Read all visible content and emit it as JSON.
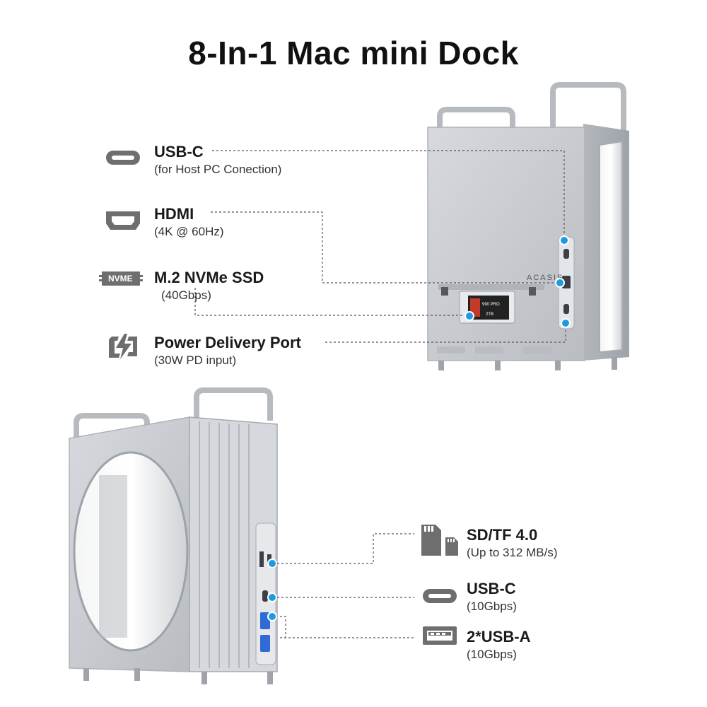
{
  "title": "8-In-1 Mac mini Dock",
  "top_features": [
    {
      "icon": "usb-c-port-icon",
      "name": "USB-C",
      "sub": "(for Host PC Conection)"
    },
    {
      "icon": "hdmi-port-icon",
      "name": "HDMI",
      "sub": "(4K @ 60Hz)"
    },
    {
      "icon": "nvme-ssd-icon",
      "icon_text": "NVME",
      "name": "M.2 NVMe SSD",
      "sub": "(40Gbps)"
    },
    {
      "icon": "power-delivery-icon",
      "name": "Power Delivery Port",
      "sub": "(30W PD input)"
    }
  ],
  "bottom_features": [
    {
      "icon": "sd-tf-card-icon",
      "name": "SD/TF 4.0",
      "sub": "(Up to 312 MB/s)"
    },
    {
      "icon": "usb-c-port-icon",
      "name": "USB-C",
      "sub": "(10Gbps)"
    },
    {
      "icon": "usb-a-port-icon",
      "name": "2*USB-A",
      "sub": "(10Gbps)"
    }
  ],
  "product": {
    "brand": "ACASIS",
    "ssd_label": "990 PRO",
    "ssd_capacity": "2TB"
  },
  "colors": {
    "callout_dot": "#1e9be0",
    "icon_gray": "#6e6e6e",
    "aluminum": "#c9ccd0"
  }
}
